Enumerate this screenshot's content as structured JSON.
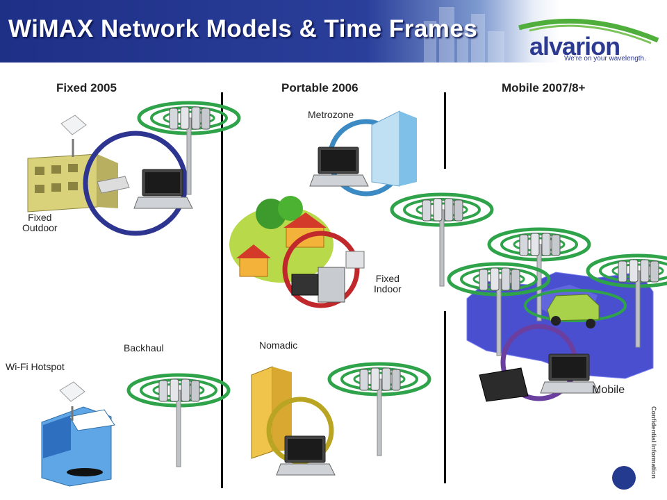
{
  "slide": {
    "title": "WiMAX Network Models & Time Frames",
    "logo": {
      "word": "alvarion",
      "tagline": "We're on your wavelength."
    },
    "confidential": "Confidential Information"
  },
  "columns": {
    "fixed": "Fixed 2005",
    "portable": "Portable 2006",
    "mobile": "Mobile 2007/8+"
  },
  "labels": {
    "fixed_outdoor_1": "Fixed",
    "fixed_outdoor_2": "Outdoor",
    "metrozone": "Metrozone",
    "fixed_indoor_1": "Fixed",
    "fixed_indoor_2": "Indoor",
    "backhaul": "Backhaul",
    "wifi_hotspot": "Wi-Fi Hotspot",
    "nomadic": "Nomadic",
    "mobile": "Mobile"
  },
  "colors": {
    "header_blue": "#1e2f86",
    "ring_navy": "#2d3590",
    "ring_blue": "#3b8ac4",
    "ring_red": "#c0282c",
    "ring_olive": "#b9a522",
    "ring_purple": "#6b3fa0",
    "wave_green": "#2fa34a",
    "hex_blue": "#4a4fd0"
  }
}
